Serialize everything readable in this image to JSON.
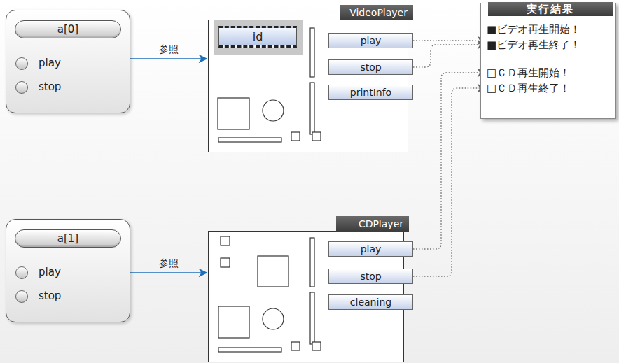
{
  "diagram": {
    "nodes": [
      {
        "text": [
          "a[0]",
          "play",
          "stop"
        ]
      },
      {
        "text": [
          "VideoPlayer"
        ]
      },
      {
        "text": [
          "id"
        ],
        "in": 1
      },
      {
        "text": [
          "play"
        ],
        "in": 1
      },
      {
        "text": [
          "stop"
        ],
        "in": 1
      },
      {
        "text": [
          "printInfo"
        ],
        "in": 1
      },
      {
        "text": [
          "実行結果"
        ]
      },
      {
        "text": [
          "■ビデオ再生開始！"
        ],
        "in": 6
      },
      {
        "text": [
          "■ビデオ再生終了！"
        ],
        "in": 6
      },
      {
        "text": [
          "□ＣＤ再生開始！"
        ],
        "in": 6
      },
      {
        "text": [
          "□ＣＤ再生終了！"
        ],
        "in": 6
      },
      {
        "text": [
          "a[1]",
          "play",
          "stop"
        ]
      },
      {
        "text": [
          "CDPlayer"
        ]
      },
      {
        "text": [
          "play"
        ],
        "in": 12
      },
      {
        "text": [
          "stop"
        ],
        "in": 12
      },
      {
        "text": [
          "cleaning"
        ],
        "in": 12
      }
    ],
    "edges": [
      {
        "from": 0,
        "to": 1,
        "arrow": "to",
        "label": "参照"
      },
      {
        "from": 3,
        "to": 7,
        "arrow": "to"
      },
      {
        "from": 4,
        "to": 8,
        "arrow": "to"
      },
      {
        "from": 11,
        "to": 12,
        "arrow": "to",
        "label": "参照"
      },
      {
        "from": 13,
        "to": 9,
        "arrow": "to"
      },
      {
        "from": 14,
        "to": 10,
        "arrow": "to"
      }
    ]
  }
}
